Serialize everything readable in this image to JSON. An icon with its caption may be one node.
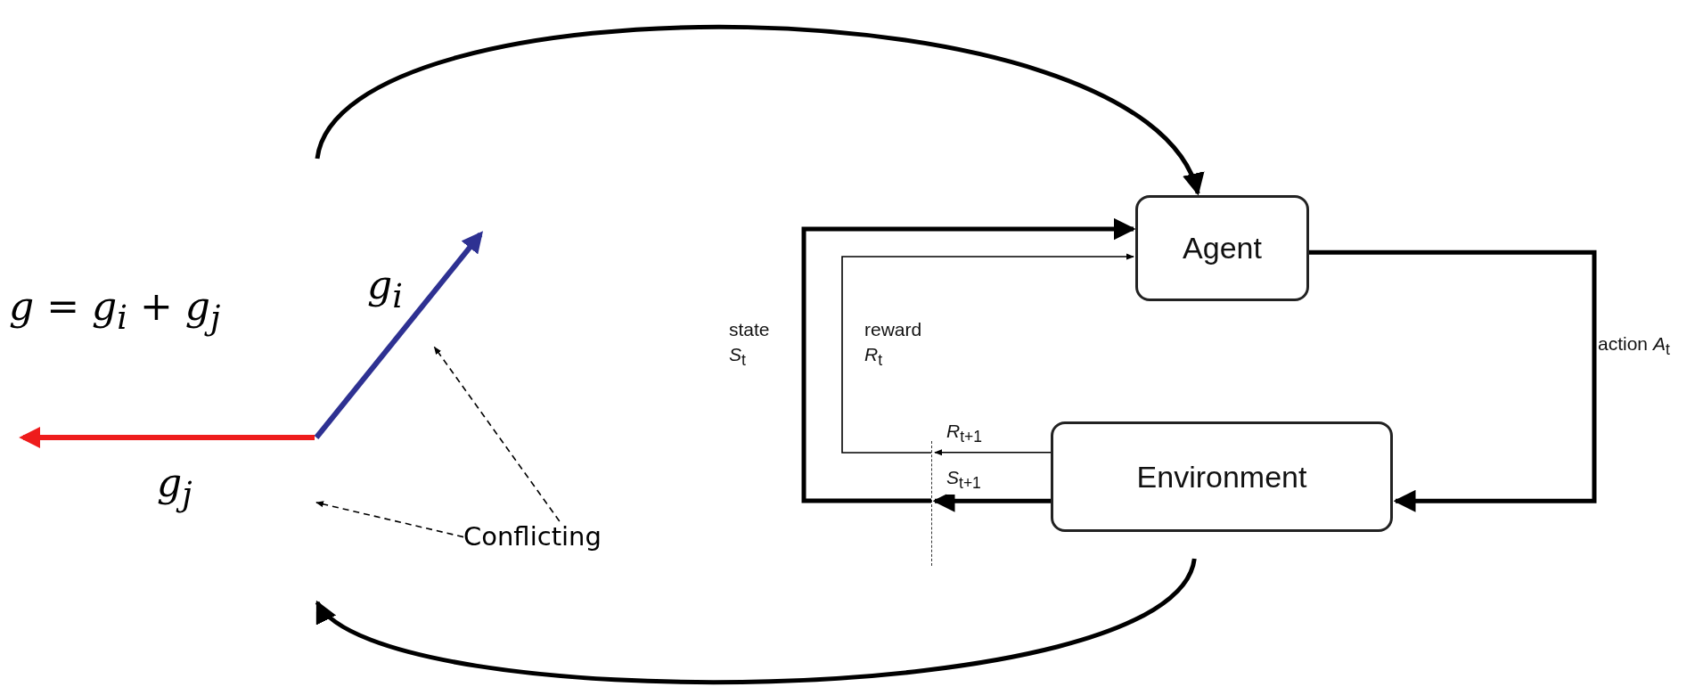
{
  "diagram": {
    "nodes": [
      {
        "text": [
          "g$_{i}$"
        ]
      },
      {
        "text": [
          "g$_{j}$"
        ]
      },
      {
        "text": [
          "Conflicting"
        ]
      },
      {
        "text": [
          "Agent"
        ]
      },
      {
        "text": [],
        "shape": "line"
      },
      {
        "text": [
          "Environment"
        ]
      }
    ],
    "edges": [
      {
        "from": null,
        "to": 3,
        "arrow": "to"
      },
      {
        "from": 5,
        "to": null,
        "arrow": "to"
      },
      {
        "from": 2,
        "to": 0,
        "arrow": "to",
        "style": "dashed"
      },
      {
        "from": 2,
        "to": 1,
        "arrow": "to",
        "style": "dashed"
      },
      {
        "from": 3,
        "to": 5,
        "arrow": "to",
        "label": "action *A*$_{t}$"
      },
      {
        "from": 5,
        "to": 4,
        "arrow": "to",
        "label": "*R*$_{t+1}$"
      },
      {
        "from": 5,
        "to": 4,
        "arrow": "to",
        "label": "*S*$_{t+1}$"
      },
      {
        "from": 4,
        "to": 3,
        "arrow": "to",
        "label": "reward *R*$_{t}$"
      },
      {
        "from": 4,
        "to": 3,
        "arrow": "to",
        "label": "state *S*$_{t}$"
      }
    ],
    "labels": [
      "g = g$_{i}$ + g$_{j}$"
    ]
  }
}
